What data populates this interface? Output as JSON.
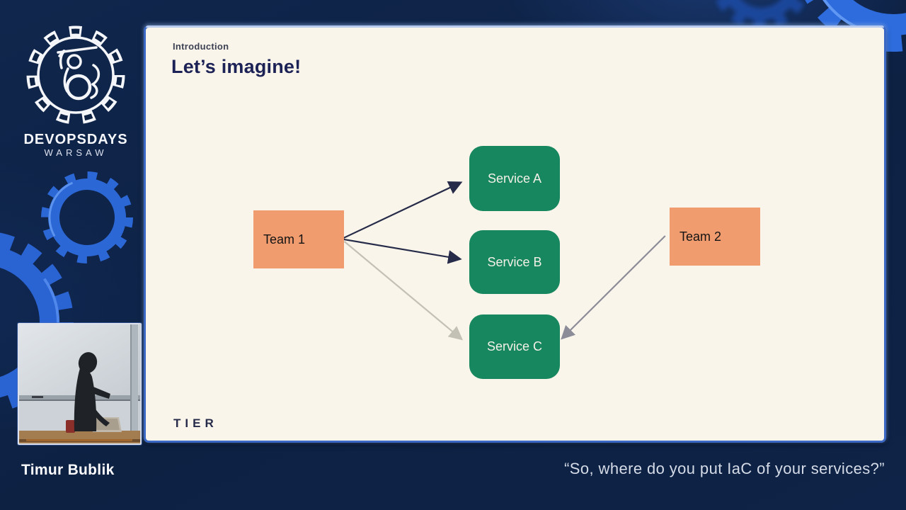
{
  "branding": {
    "event_name": "DEVOPSDAYS",
    "event_location": "WARSAW"
  },
  "footer": {
    "speaker_name": "Timur Bublik",
    "quote": "“So, where do you put IaC of your services?”"
  },
  "slide": {
    "kicker": "Introduction",
    "title": "Let’s imagine!",
    "brand": "TIER",
    "diagram": {
      "nodes": [
        {
          "id": "team1",
          "label": "Team 1",
          "type": "team"
        },
        {
          "id": "service-a",
          "label": "Service A",
          "type": "service"
        },
        {
          "id": "service-b",
          "label": "Service B",
          "type": "service"
        },
        {
          "id": "service-c",
          "label": "Service C",
          "type": "service"
        },
        {
          "id": "team2",
          "label": "Team 2",
          "type": "team"
        }
      ],
      "edges": [
        {
          "from": "team1",
          "to": "service-a",
          "style": "dark"
        },
        {
          "from": "team1",
          "to": "service-b",
          "style": "dark"
        },
        {
          "from": "team1",
          "to": "service-c",
          "style": "faded"
        },
        {
          "from": "team2",
          "to": "service-c",
          "style": "gray"
        }
      ]
    }
  },
  "colors": {
    "background": "#0e2244",
    "slide_bg": "#faf5ea",
    "slide_border": "#3a68c4",
    "team_box": "#f09c6f",
    "service_box": "#17875f",
    "heading": "#1d2256",
    "arrow_dark": "#262b49",
    "arrow_faded": "#c3c0b5",
    "arrow_gray": "#8c8c99",
    "gear_blue": "#2d6ad9"
  }
}
